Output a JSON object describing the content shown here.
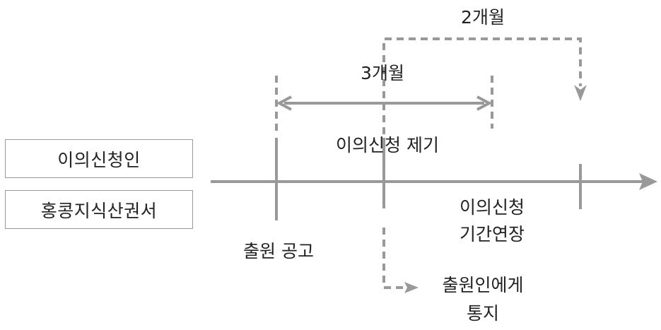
{
  "parties": {
    "objector": "이의신청인",
    "office": "홍콩지식산권서"
  },
  "timeline": {
    "publication": "출원 공고",
    "opposition_filed": "이의신청 제기",
    "extension_line1": "이의신청",
    "extension_line2": "기간연장",
    "notify_line1": "출원인에게",
    "notify_line2": "통지"
  },
  "periods": {
    "three_months": "3개월",
    "two_months": "2개월"
  },
  "colors": {
    "line": "#999999",
    "text": "#222222",
    "box_border": "#9a9a9a"
  }
}
